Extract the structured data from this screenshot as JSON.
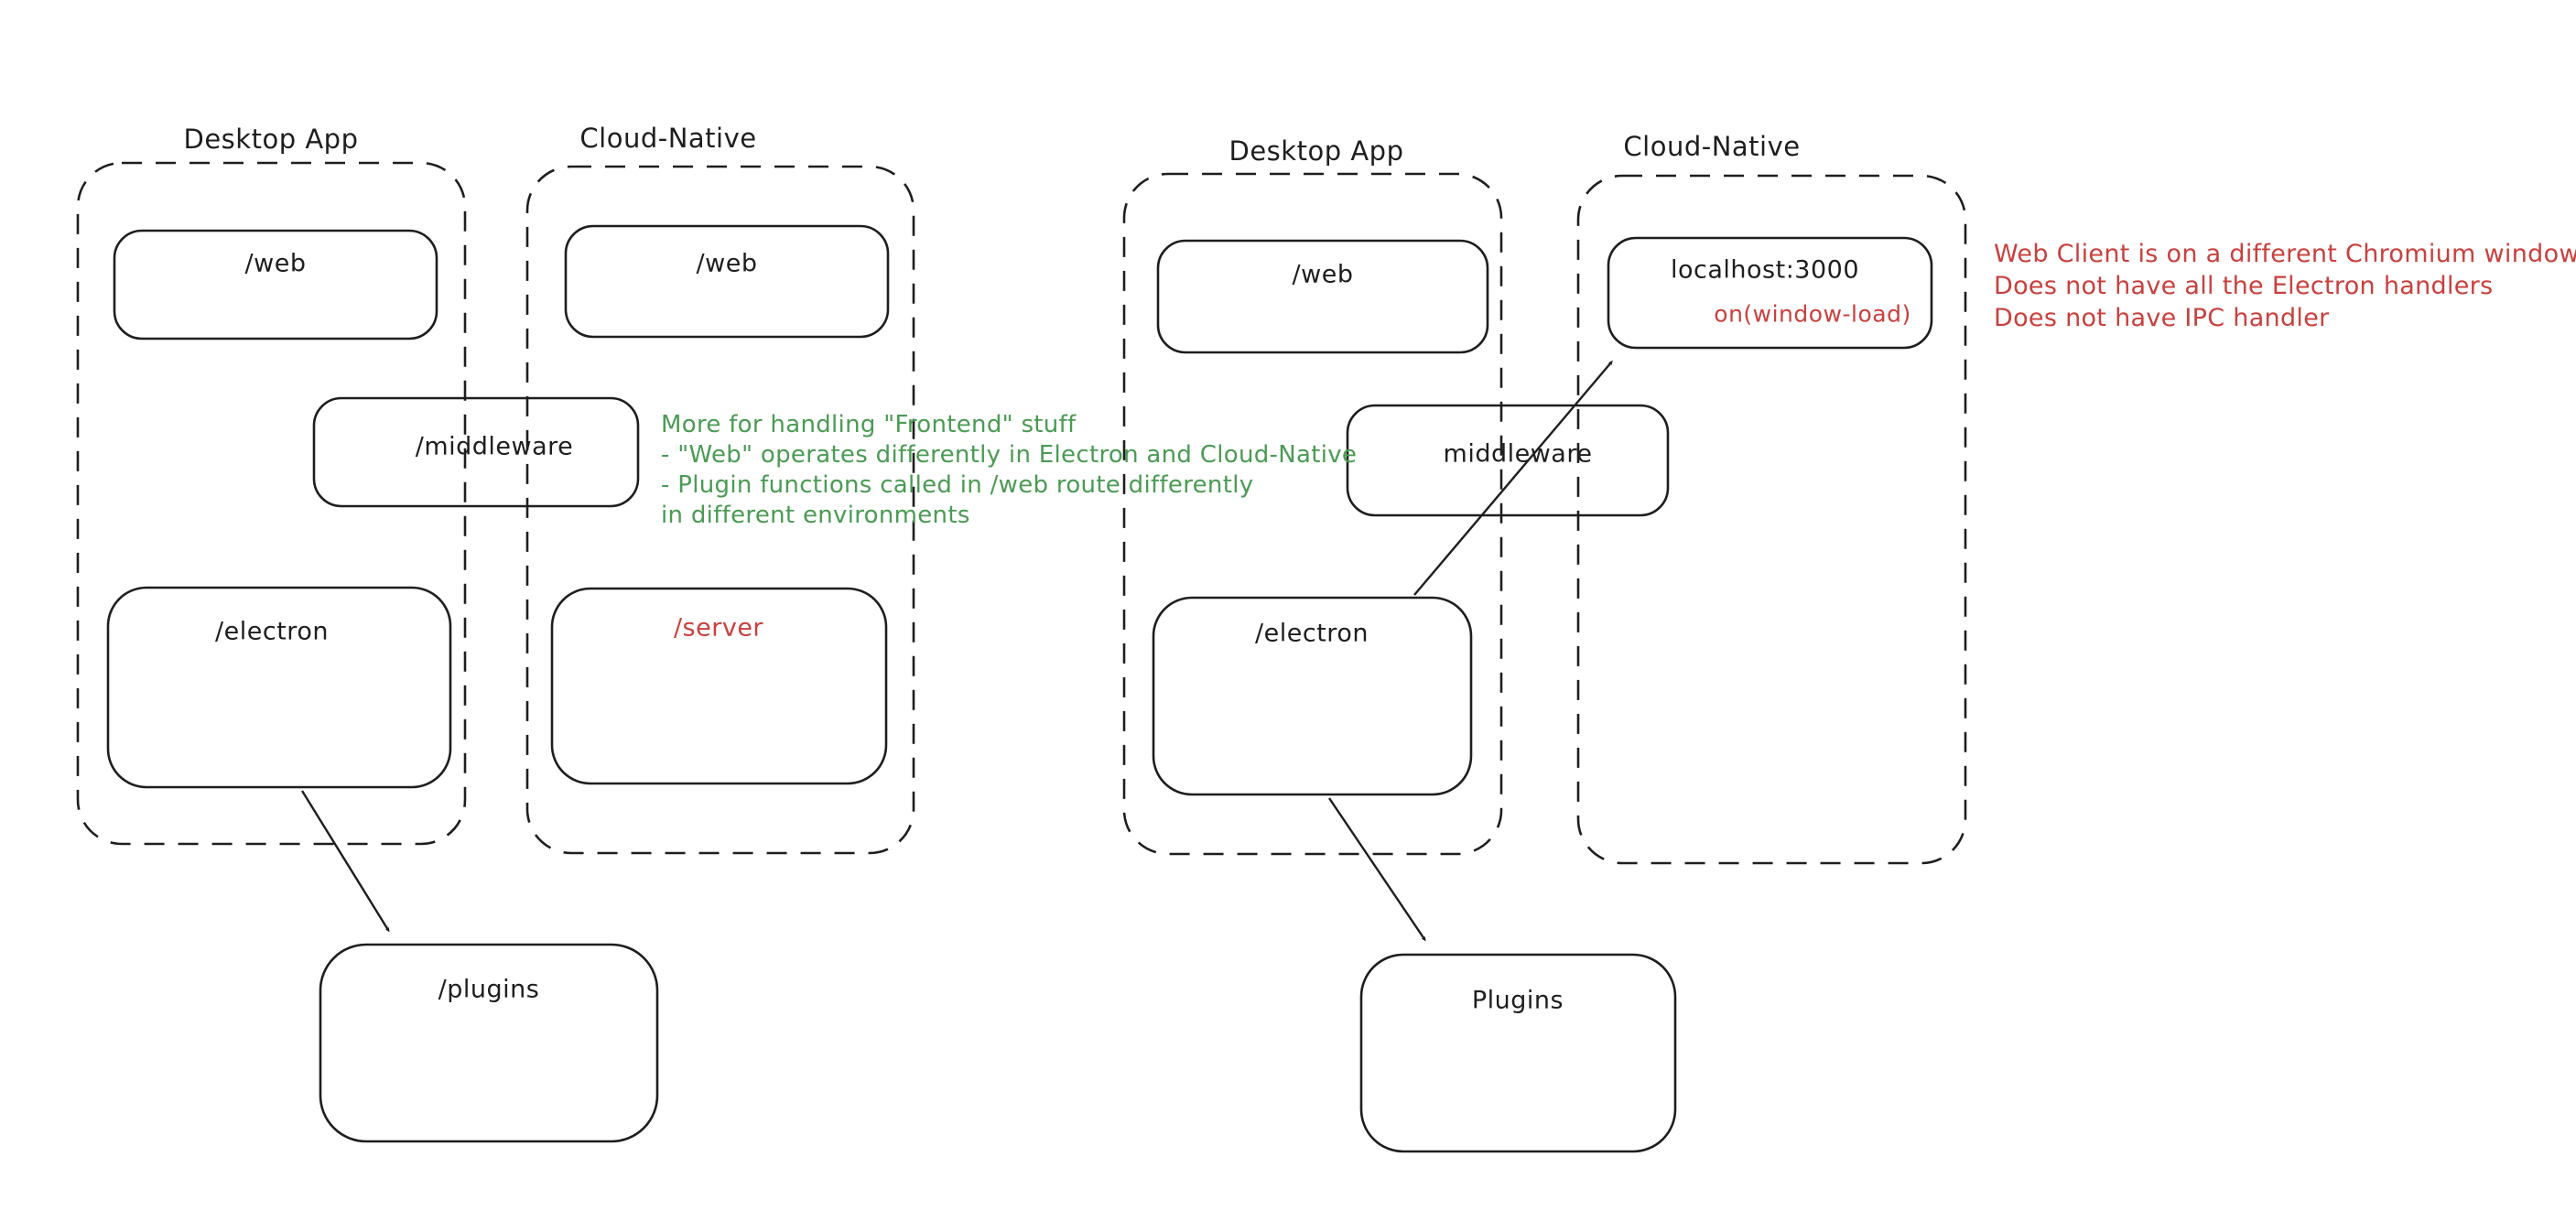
{
  "colors": {
    "stroke": "#1e1e1e",
    "green": "#4a9b53",
    "red": "#c9403d",
    "background": "#ffffff"
  },
  "left_group": {
    "desktop_container_title": "Desktop App",
    "cloud_container_title": "Cloud-Native",
    "desktop_web_box": "/web",
    "cloud_web_box": "/web",
    "middleware_box": "/middleware",
    "electron_box": "/electron",
    "server_box": "/server",
    "plugins_box": "/plugins"
  },
  "right_group": {
    "desktop_container_title": "Desktop App",
    "cloud_container_title": "Cloud-Native",
    "desktop_web_box": "/web",
    "middleware_box": "middleware",
    "electron_box": "/electron",
    "localhost_box": "localhost:3000",
    "localhost_sub": "on(window-load)",
    "plugins_box": "Plugins"
  },
  "annotations": {
    "green_note": {
      "line1": "More for handling \"Frontend\" stuff",
      "line2": "- \"Web\" operates differently in Electron and Cloud-Native",
      "line3": "- Plugin functions called in /web route differently",
      "line4": "in different environments"
    },
    "red_note": {
      "line1": "Web Client is on a different Chromium window",
      "line2": "Does not have all the Electron handlers",
      "line3": "Does not have IPC handler"
    }
  }
}
